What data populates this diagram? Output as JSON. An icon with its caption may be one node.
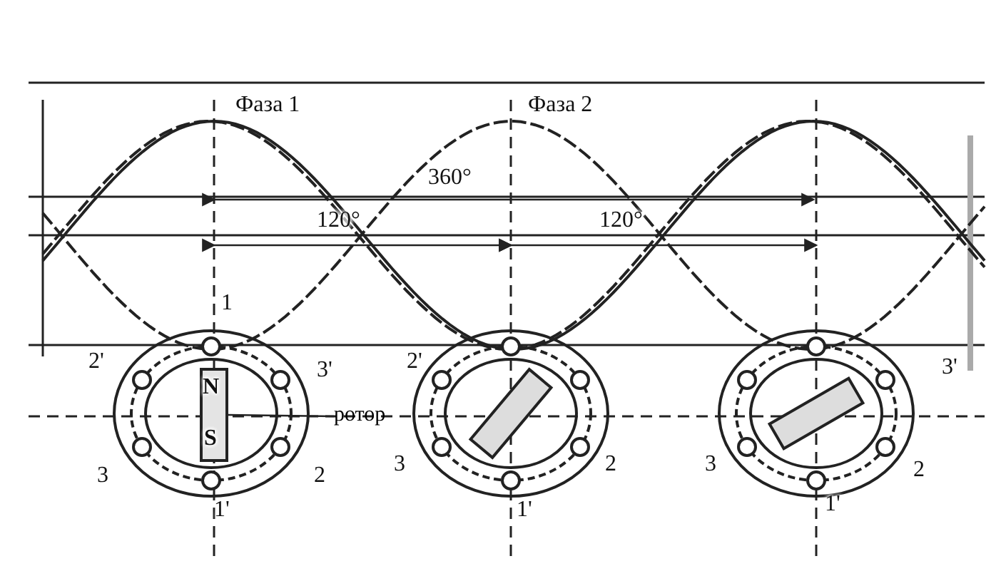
{
  "diagram": {
    "nodes": [
      {
        "text": [
          "ротор"
        ]
      },
      {
        "text": [],
        "shape": "bar"
      }
    ],
    "edges": [
      {
        "from": 0,
        "to": 1,
        "arrow": "none"
      }
    ],
    "labels": [
      "Фаза 1",
      "Фаза 2",
      "360°",
      "120°",
      "120°",
      "1",
      "2'",
      "3'",
      "2'",
      "3'",
      "N",
      "S",
      "3",
      "2",
      "3",
      "2",
      "3",
      "2",
      "1'",
      "1'",
      "1'"
    ]
  }
}
